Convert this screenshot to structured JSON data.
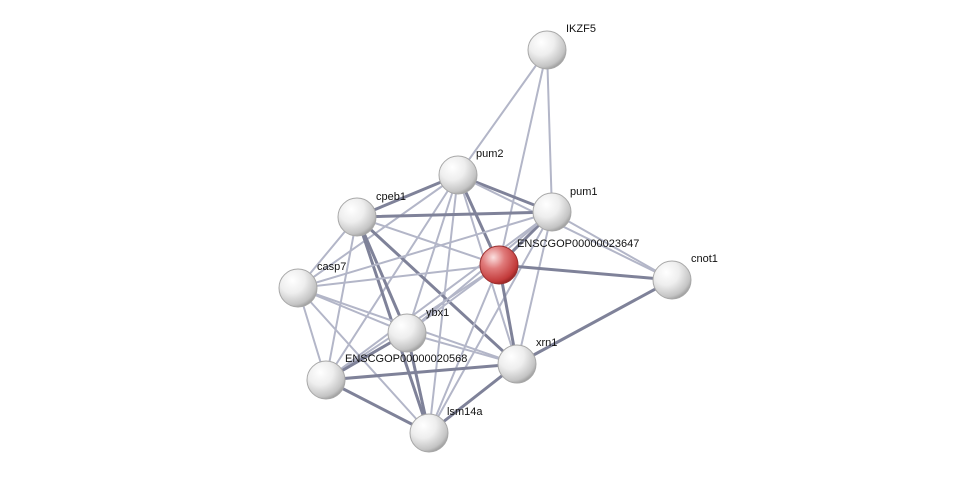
{
  "network": {
    "nodes": [
      {
        "id": "IKZF5",
        "label": "IKZF5",
        "color": "#e6e6e6",
        "highlight": false
      },
      {
        "id": "pum2",
        "label": "pum2",
        "color": "#e6e6e6",
        "highlight": false
      },
      {
        "id": "cpeb1",
        "label": "cpeb1",
        "color": "#e6e6e6",
        "highlight": false
      },
      {
        "id": "pum1",
        "label": "pum1",
        "color": "#e6e6e6",
        "highlight": false
      },
      {
        "id": "ENSCGOP00000023647",
        "label": "ENSCGOP00000023647",
        "color": "#e06a6a",
        "highlight": true
      },
      {
        "id": "cnot1",
        "label": "cnot1",
        "color": "#e6e6e6",
        "highlight": false
      },
      {
        "id": "casp7",
        "label": "casp7",
        "color": "#e6e6e6",
        "highlight": false
      },
      {
        "id": "ybx1",
        "label": "ybx1",
        "color": "#e6e6e6",
        "highlight": false
      },
      {
        "id": "ENSCGOP00000020568",
        "label": "ENSCGOP00000020568",
        "color": "#e6e6e6",
        "highlight": false
      },
      {
        "id": "xrn1",
        "label": "xrn1",
        "color": "#e6e6e6",
        "highlight": false
      },
      {
        "id": "lsm14a",
        "label": "lsm14a",
        "color": "#e6e6e6",
        "highlight": false
      }
    ],
    "edges": [
      [
        "IKZF5",
        "pum2"
      ],
      [
        "IKZF5",
        "pum1"
      ],
      [
        "IKZF5",
        "ENSCGOP00000023647"
      ],
      [
        "pum2",
        "cpeb1"
      ],
      [
        "pum2",
        "pum1"
      ],
      [
        "pum2",
        "ENSCGOP00000023647"
      ],
      [
        "pum2",
        "casp7"
      ],
      [
        "pum2",
        "ybx1"
      ],
      [
        "pum2",
        "ENSCGOP00000020568"
      ],
      [
        "pum2",
        "xrn1"
      ],
      [
        "pum2",
        "lsm14a"
      ],
      [
        "pum2",
        "cnot1"
      ],
      [
        "cpeb1",
        "pum1"
      ],
      [
        "cpeb1",
        "ENSCGOP00000023647"
      ],
      [
        "cpeb1",
        "casp7"
      ],
      [
        "cpeb1",
        "ybx1"
      ],
      [
        "cpeb1",
        "ENSCGOP00000020568"
      ],
      [
        "cpeb1",
        "xrn1"
      ],
      [
        "cpeb1",
        "lsm14a"
      ],
      [
        "pum1",
        "ENSCGOP00000023647"
      ],
      [
        "pum1",
        "cnot1"
      ],
      [
        "pum1",
        "ybx1"
      ],
      [
        "pum1",
        "casp7"
      ],
      [
        "pum1",
        "xrn1"
      ],
      [
        "pum1",
        "lsm14a"
      ],
      [
        "pum1",
        "ENSCGOP00000020568"
      ],
      [
        "ENSCGOP00000023647",
        "cnot1"
      ],
      [
        "ENSCGOP00000023647",
        "casp7"
      ],
      [
        "ENSCGOP00000023647",
        "ybx1"
      ],
      [
        "ENSCGOP00000023647",
        "xrn1"
      ],
      [
        "ENSCGOP00000023647",
        "ENSCGOP00000020568"
      ],
      [
        "ENSCGOP00000023647",
        "lsm14a"
      ],
      [
        "cnot1",
        "xrn1"
      ],
      [
        "casp7",
        "ybx1"
      ],
      [
        "casp7",
        "ENSCGOP00000020568"
      ],
      [
        "casp7",
        "lsm14a"
      ],
      [
        "casp7",
        "xrn1"
      ],
      [
        "ybx1",
        "ENSCGOP00000020568"
      ],
      [
        "ybx1",
        "xrn1"
      ],
      [
        "ybx1",
        "lsm14a"
      ],
      [
        "ENSCGOP00000020568",
        "xrn1"
      ],
      [
        "ENSCGOP00000020568",
        "lsm14a"
      ],
      [
        "xrn1",
        "lsm14a"
      ]
    ]
  }
}
